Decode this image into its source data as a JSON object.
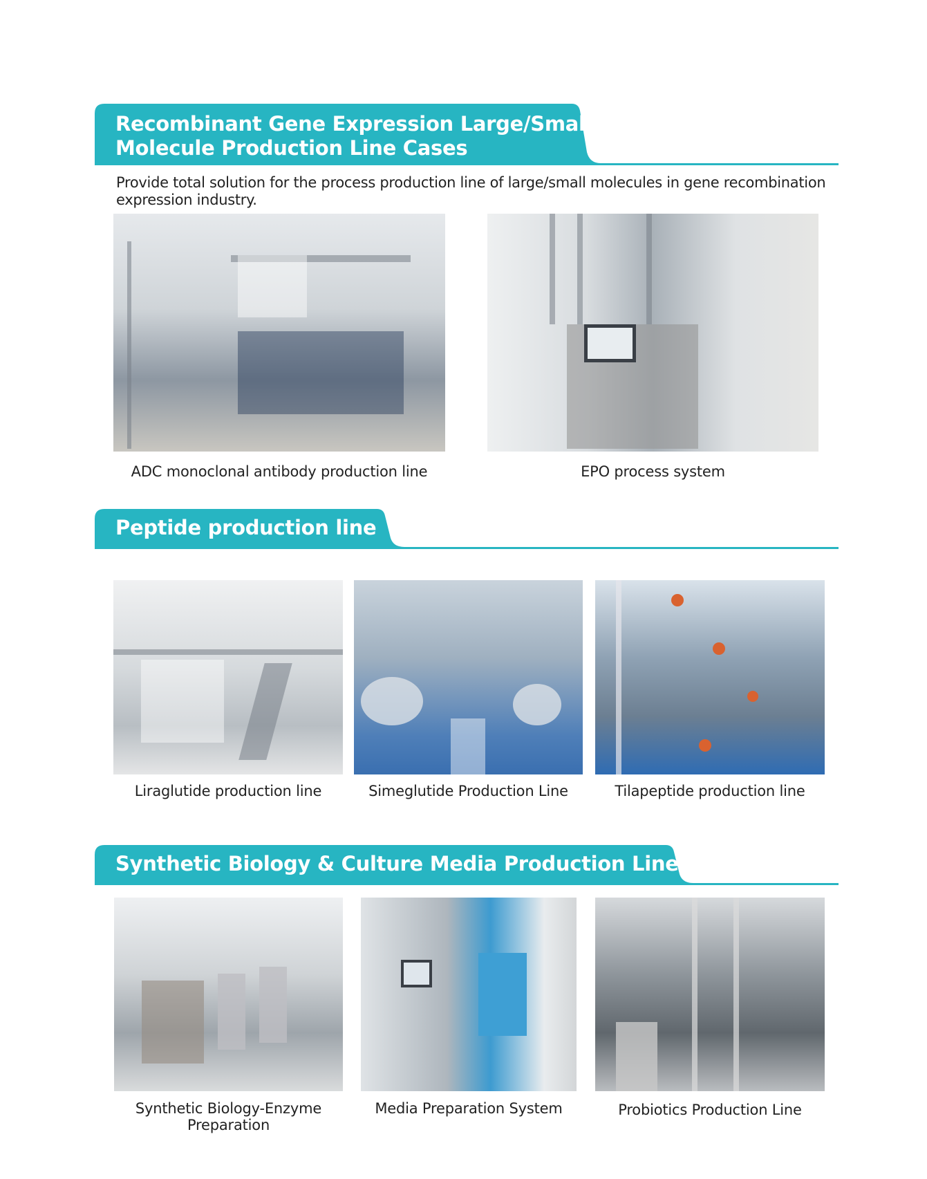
{
  "colors": {
    "accent": "#27b5c2",
    "text": "#222222"
  },
  "sections": [
    {
      "title_lines": [
        "Recombinant Gene Expression Large/Small",
        "Molecule Production Line Cases"
      ],
      "description": "Provide total solution for the process production line of large/small molecules in gene recombination expression industry.",
      "items": [
        {
          "caption": "ADC monoclonal antibody production line"
        },
        {
          "caption": "EPO process system"
        }
      ]
    },
    {
      "title_lines": [
        "Peptide production line"
      ],
      "items": [
        {
          "caption": "Liraglutide production line"
        },
        {
          "caption": "Simeglutide Production Line"
        },
        {
          "caption": "Tilapeptide production line"
        }
      ]
    },
    {
      "title_lines": [
        "Synthetic Biology & Culture Media Production Line"
      ],
      "items": [
        {
          "caption_lines": [
            "Synthetic Biology-Enzyme",
            "Preparation"
          ]
        },
        {
          "caption": "Media Preparation System"
        },
        {
          "caption": "Probiotics Production Line"
        }
      ]
    }
  ]
}
